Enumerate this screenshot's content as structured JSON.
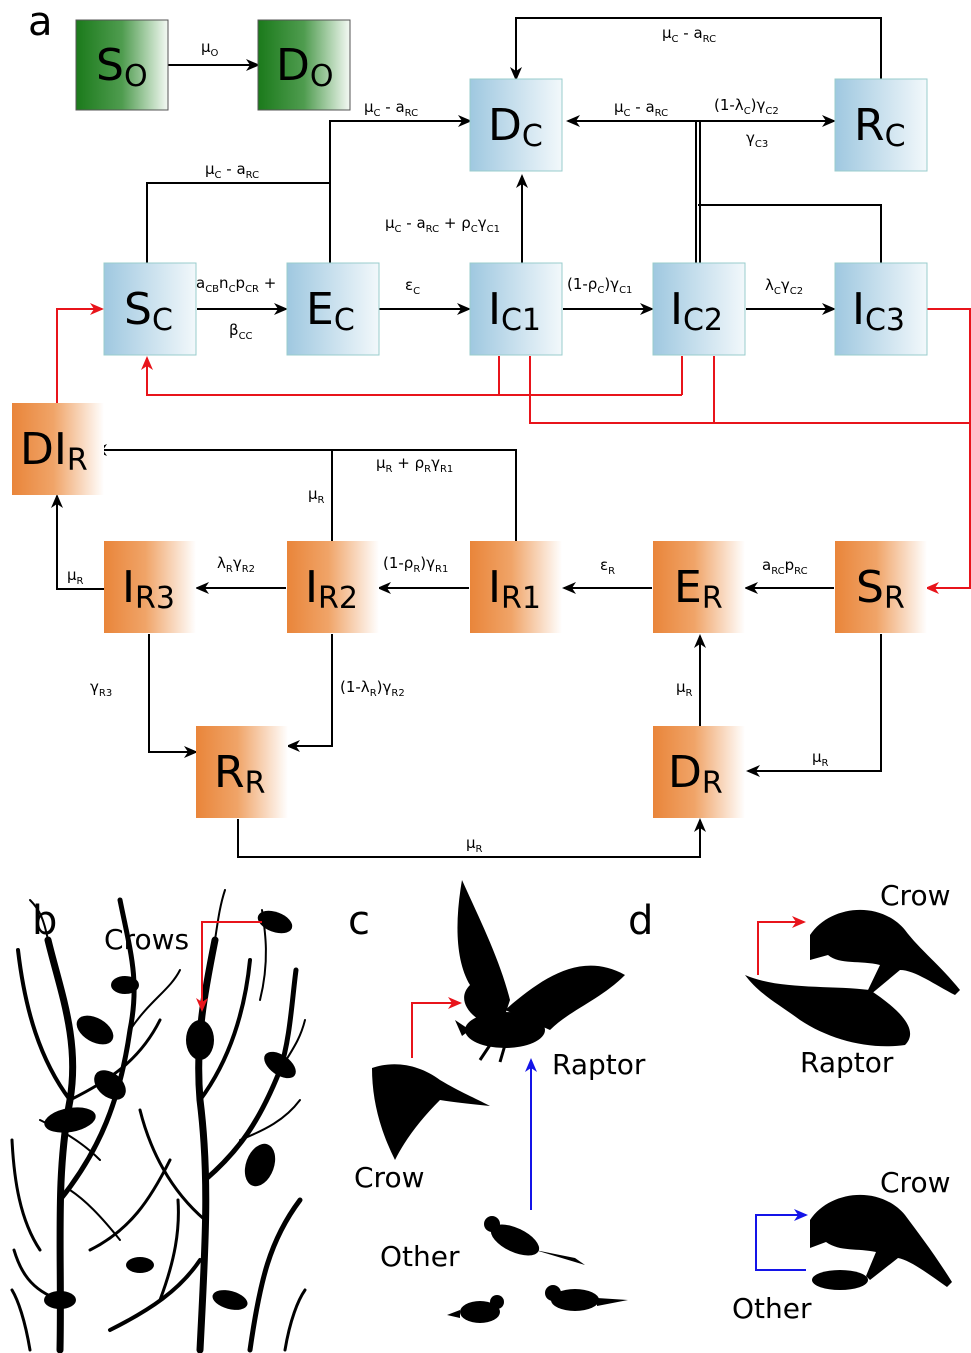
{
  "panels": {
    "a": "a",
    "b": "b",
    "c": "c",
    "d": "d"
  },
  "nodes": {
    "SO": {
      "main": "S",
      "sub": "O"
    },
    "DO": {
      "main": "D",
      "sub": "O"
    },
    "DC": {
      "main": "D",
      "sub": "C"
    },
    "RC": {
      "main": "R",
      "sub": "C"
    },
    "SC": {
      "main": "S",
      "sub": "C"
    },
    "EC": {
      "main": "E",
      "sub": "C"
    },
    "IC1": {
      "main": "I",
      "sub": "C1"
    },
    "IC2": {
      "main": "I",
      "sub": "C2"
    },
    "IC3": {
      "main": "I",
      "sub": "C3"
    },
    "DIR": {
      "main": "DI",
      "sub": "R"
    },
    "IR3": {
      "main": "I",
      "sub": "R3"
    },
    "IR2": {
      "main": "I",
      "sub": "R2"
    },
    "IR1": {
      "main": "I",
      "sub": "R1"
    },
    "ER": {
      "main": "E",
      "sub": "R"
    },
    "SR": {
      "main": "S",
      "sub": "R"
    },
    "RR": {
      "main": "R",
      "sub": "R"
    },
    "DR": {
      "main": "D",
      "sub": "R"
    }
  },
  "labels": {
    "muO": [
      "μ",
      "O",
      ""
    ],
    "muC_aRC_top": [
      "μ",
      "C",
      " - a",
      "RC",
      ""
    ],
    "muC_aRC_left": [
      "μ",
      "C",
      " - a",
      "RC",
      ""
    ],
    "muC_aRC_mid": [
      "μ",
      "C",
      " - a",
      "RC",
      ""
    ],
    "muC_aRC_right": [
      "μ",
      "C",
      " - a",
      "RC",
      ""
    ],
    "muC_aRC_rho": [
      "μ",
      "C",
      " - a",
      "RC",
      " + ρ",
      "C",
      "γ",
      "C1",
      ""
    ],
    "lamC_gC2": [
      "(1-λ",
      "C",
      ")γ",
      "C2",
      ""
    ],
    "gC3": [
      "γ",
      "C3",
      ""
    ],
    "aCB_line1": [
      "a",
      "CB",
      "n",
      "C",
      "p",
      "CR",
      " +"
    ],
    "bCC": [
      "β",
      "CC",
      ""
    ],
    "epsC": [
      "ε",
      "C",
      ""
    ],
    "rhoC_gC1": [
      "(1-ρ",
      "C",
      ")γ",
      "C1",
      ""
    ],
    "lamC_gC2b": [
      "λ",
      "C",
      "γ",
      "C2",
      ""
    ],
    "muR_rhoR": [
      "μ",
      "R",
      " + ρ",
      "R",
      "γ",
      "R1",
      ""
    ],
    "muR_IR2": [
      "μ",
      "R",
      ""
    ],
    "muR_IR3": [
      "μ",
      "R",
      ""
    ],
    "lamR_gR2": [
      "λ",
      "R",
      "γ",
      "R2",
      ""
    ],
    "rhoR_gR1": [
      "(1-ρ",
      "R",
      ")γ",
      "R1",
      ""
    ],
    "epsR": [
      "ε",
      "R",
      ""
    ],
    "aRC_pRC": [
      "a",
      "RC",
      "p",
      "RC",
      ""
    ],
    "gR3": [
      "γ",
      "R3",
      ""
    ],
    "lamR_gR2b": [
      "(1-λ",
      "R",
      ")γ",
      "R2",
      ""
    ],
    "muR_DR": [
      "μ",
      "R",
      ""
    ],
    "muR_SR": [
      "μ",
      "R",
      ""
    ],
    "muR_bottom": [
      "μ",
      "R",
      ""
    ]
  },
  "captions": {
    "b_crows": "Crows",
    "c_raptor": "Raptor",
    "c_crow": "Crow",
    "c_other": "Other",
    "d_crow1": "Crow",
    "d_raptor": "Raptor",
    "d_crow2": "Crow",
    "d_other": "Other"
  },
  "colors": {
    "blue_box": "#a9cfe4",
    "orange_box": "#e9873a",
    "green_box": "#1e7a1e",
    "red_arrow": "#e8141b",
    "blue_arrow": "#1414e8"
  }
}
